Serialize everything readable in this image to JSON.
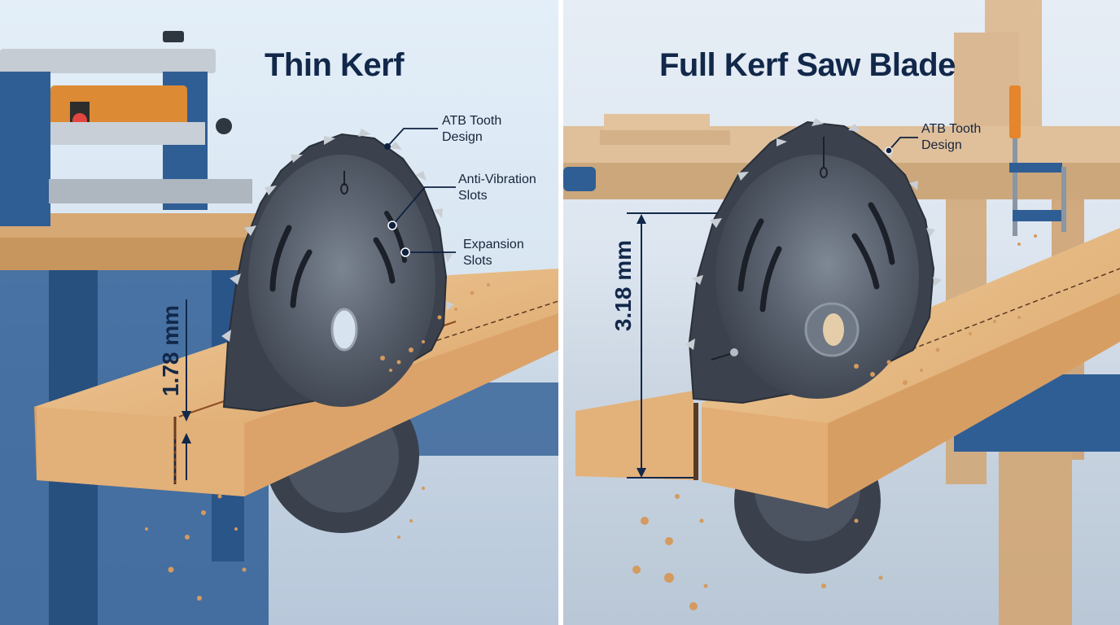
{
  "left_panel": {
    "title": "Thin Kerf",
    "kerf_measurement": "1.78 mm",
    "callouts": [
      {
        "label": "ATB Tooth\nDesign"
      },
      {
        "label": "Anti-Vibration\nSlots"
      },
      {
        "label": "Expansion\nSlots"
      }
    ],
    "background_objects": [
      "thickness-planer",
      "workbench"
    ]
  },
  "right_panel": {
    "title": "Full Kerf Saw Blade",
    "kerf_measurement": "3.18 mm",
    "callouts": [
      {
        "label": "ATB Tooth\nDesign"
      }
    ],
    "background_objects": [
      "wooden-workbench",
      "bar-clamp",
      "stacked-boards"
    ]
  },
  "colors": {
    "title_navy": "#12284a",
    "callout_line": "#0f2140",
    "blade_steel": "#4a5260",
    "blade_dark": "#2f353f",
    "wood_light": "#e9c08d",
    "wood_mid": "#d9a56c",
    "bench_blue": "#2f5e95",
    "planer_orange": "#dc8a34"
  }
}
